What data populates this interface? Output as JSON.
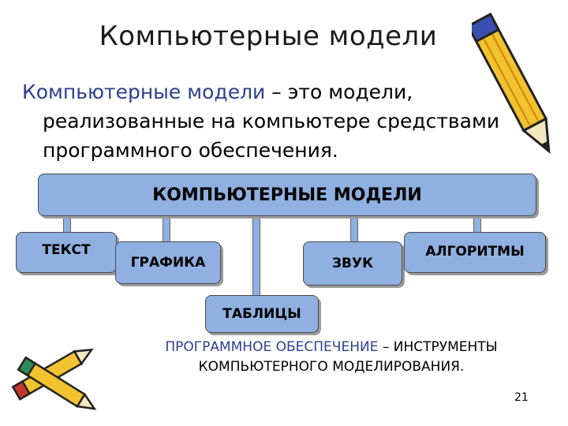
{
  "slide": {
    "title": "Компьютерные модели",
    "definition_term": "Компьютерные модели",
    "definition_dash": " – это модели,",
    "definition_rest": "реализованные на компьютере средствами программного обеспечения.",
    "page_number": "21"
  },
  "diagram": {
    "root": "КОМПЬЮТЕРНЫЕ МОДЕЛИ",
    "children": [
      "ТЕКСТ",
      "ГРАФИКА",
      "ЗВУК",
      "АЛГОРИТМЫ",
      "ТАБЛИЦЫ"
    ]
  },
  "note": {
    "term": "ПРОГРАММНОЕ ОБЕСПЕЧЕНИЕ",
    "rest": " – ИНСТРУМЕНТЫ КОМПЬЮТЕРНОГО МОДЕЛИРОВАНИЯ."
  },
  "colors": {
    "box_fill": "#8fb0e0",
    "accent_text": "#2b3f8f",
    "pencil_body": "#f2c230"
  },
  "icons": [
    "pencil-icon",
    "pencils-icon"
  ]
}
